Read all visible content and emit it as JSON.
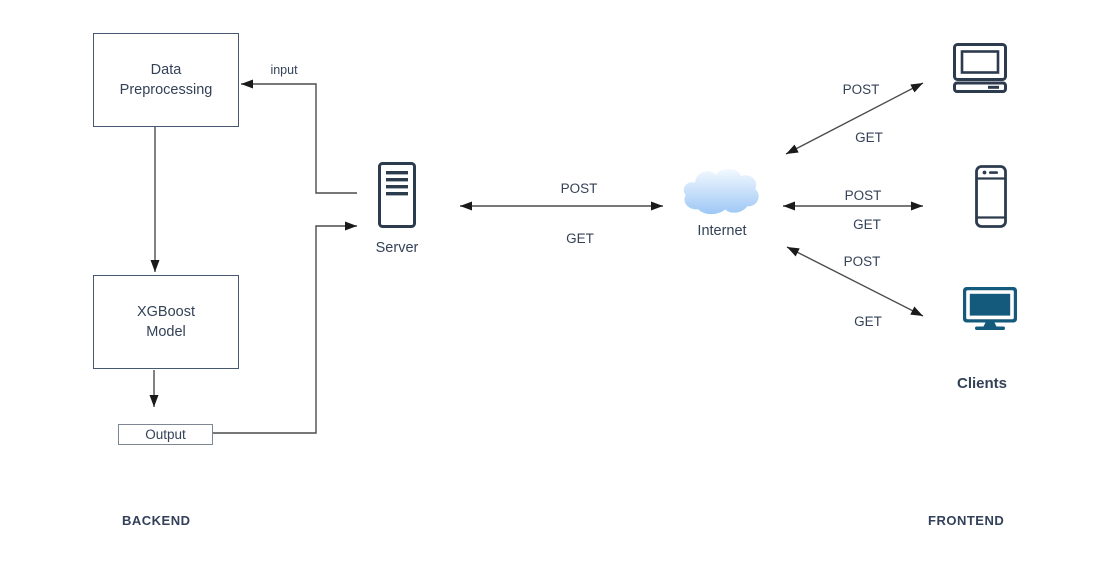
{
  "nodes": {
    "data_preprocessing": "Data\nPreprocessing",
    "xgboost_model": "XGBoost\nModel",
    "output": "Output",
    "server": "Server",
    "internet": "Internet",
    "clients_caption": "Clients"
  },
  "edges": {
    "input_label": "input",
    "server_internet": {
      "post": "POST",
      "get": "GET"
    },
    "internet_desktop": {
      "post": "POST",
      "get": "GET"
    },
    "internet_phone": {
      "post": "POST",
      "get": "GET"
    },
    "internet_monitor": {
      "post": "POST",
      "get": "GET"
    }
  },
  "sections": {
    "backend": "BACKEND",
    "frontend": "FRONTEND"
  },
  "icons": {
    "server": "server-icon",
    "internet": "cloud-icon",
    "client_top": "desktop-computer-icon",
    "client_middle": "smartphone-icon",
    "client_bottom": "monitor-icon"
  },
  "colors": {
    "background": "#ffffff",
    "text": "#344257",
    "node_border": "#46586f",
    "output_border": "#7d8693",
    "edge": "#4c4c4c",
    "arrowhead": "#1a1a1a",
    "icon_stroke": "#2c3b4e",
    "monitor_fill": "#145a7d",
    "cloud_gradient_top": "#f3f9ff",
    "cloud_gradient_bottom": "#9dc7f5"
  }
}
